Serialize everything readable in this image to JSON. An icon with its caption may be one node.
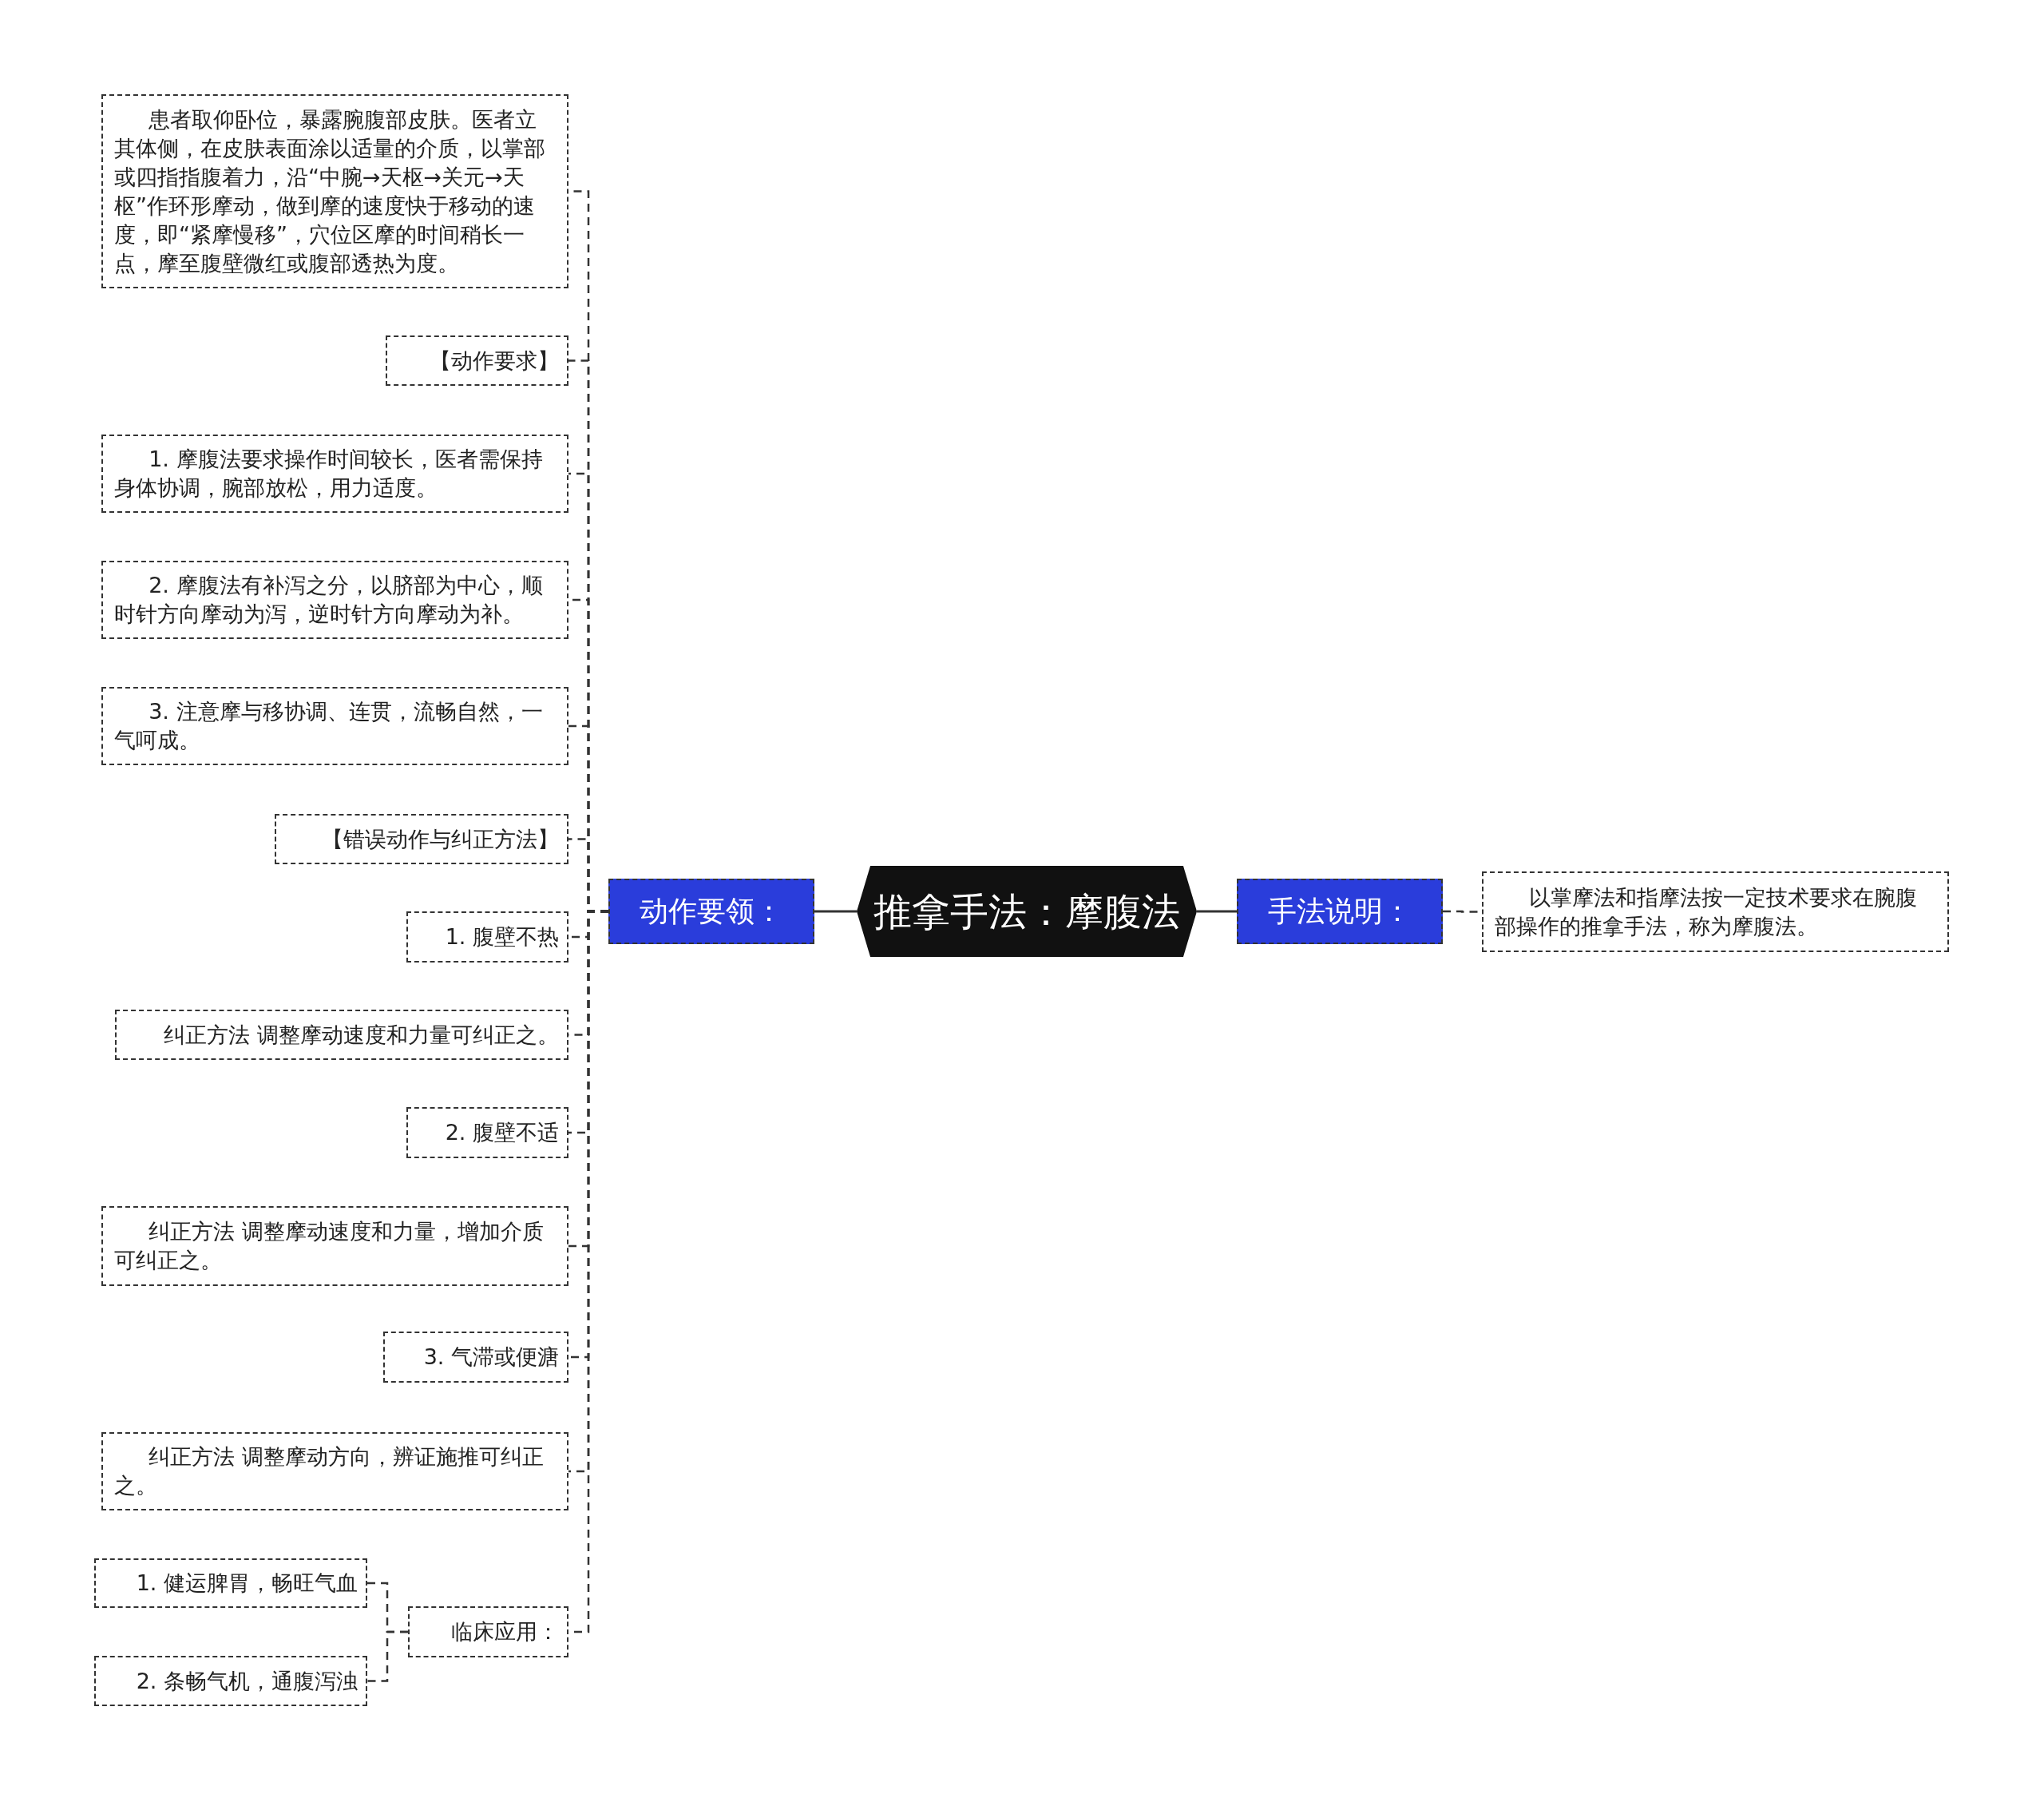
{
  "diagram": {
    "nodes": [
      {
        "text": [
          "推拿手法：摩腹法"
        ]
      },
      {
        "text": [
          "动作要领："
        ]
      },
      {
        "text": [
          "手法说明："
        ]
      },
      {
        "text": [
          "以掌摩法和指摩法按一定技术要求在腕腹部操作的推拿手法，称为摩腹法。"
        ]
      },
      {
        "text": [
          "患者取仰卧位，暴露腕腹部皮肤。医者立其体侧，在皮肤表面涂以适量的介质，以掌部或四指指腹着力，沿“中腕→天枢→关元→天枢”作环形摩动，做到摩的速度快于移动的速度，即“紧摩慢移”，穴位区摩的时间稍长一点，摩至腹壁微红或腹部透热为度。"
        ]
      },
      {
        "text": [
          "【动作要求】"
        ]
      },
      {
        "text": [
          "1. 摩腹法要求操作时间较长，医者需保持身体协调，腕部放松，用力适度。"
        ]
      },
      {
        "text": [
          "2. 摩腹法有补泻之分，以脐部为中心，顺时针方向摩动为泻，逆时针方向摩动为补。"
        ]
      },
      {
        "text": [
          "3. 注意摩与移协调、连贯，流畅自然，一气呵成。"
        ]
      },
      {
        "text": [
          "【错误动作与纠正方法】"
        ]
      },
      {
        "text": [
          "1. 腹壁不热"
        ]
      },
      {
        "text": [
          "纠正方法 调整摩动速度和力量可纠正之。"
        ]
      },
      {
        "text": [
          "2. 腹壁不适"
        ]
      },
      {
        "text": [
          "纠正方法 调整摩动速度和力量，增加介质可纠正之。"
        ]
      },
      {
        "text": [
          "3. 气滞或便溏"
        ]
      },
      {
        "text": [
          "纠正方法 调整摩动方向，辨证施推可纠正之。"
        ]
      },
      {
        "text": [
          "临床应用："
        ]
      },
      {
        "text": [
          "1. 健运脾胃，畅旺气血"
        ]
      },
      {
        "text": [
          "2. 条畅气机，通腹泻浊"
        ]
      }
    ],
    "edges": [
      {
        "from": 0,
        "to": 1,
        "arrow": "none"
      },
      {
        "from": 0,
        "to": 2,
        "arrow": "none"
      },
      {
        "from": 2,
        "to": 3,
        "arrow": "none",
        "style": "dashed"
      },
      {
        "from": 1,
        "to": 4,
        "arrow": "none",
        "style": "dashed"
      },
      {
        "from": 1,
        "to": 5,
        "arrow": "none",
        "style": "dashed"
      },
      {
        "from": 1,
        "to": 6,
        "arrow": "none",
        "style": "dashed"
      },
      {
        "from": 1,
        "to": 7,
        "arrow": "none",
        "style": "dashed"
      },
      {
        "from": 1,
        "to": 8,
        "arrow": "none",
        "style": "dashed"
      },
      {
        "from": 1,
        "to": 9,
        "arrow": "none",
        "style": "dashed"
      },
      {
        "from": 1,
        "to": 10,
        "arrow": "none",
        "style": "dashed"
      },
      {
        "from": 1,
        "to": 11,
        "arrow": "none",
        "style": "dashed"
      },
      {
        "from": 1,
        "to": 12,
        "arrow": "none",
        "style": "dashed"
      },
      {
        "from": 1,
        "to": 13,
        "arrow": "none",
        "style": "dashed"
      },
      {
        "from": 1,
        "to": 14,
        "arrow": "none",
        "style": "dashed"
      },
      {
        "from": 1,
        "to": 15,
        "arrow": "none",
        "style": "dashed"
      },
      {
        "from": 1,
        "to": 16,
        "arrow": "none",
        "style": "dashed"
      },
      {
        "from": 16,
        "to": 17,
        "arrow": "none",
        "style": "dashed"
      },
      {
        "from": 16,
        "to": 18,
        "arrow": "none",
        "style": "dashed"
      }
    ]
  }
}
